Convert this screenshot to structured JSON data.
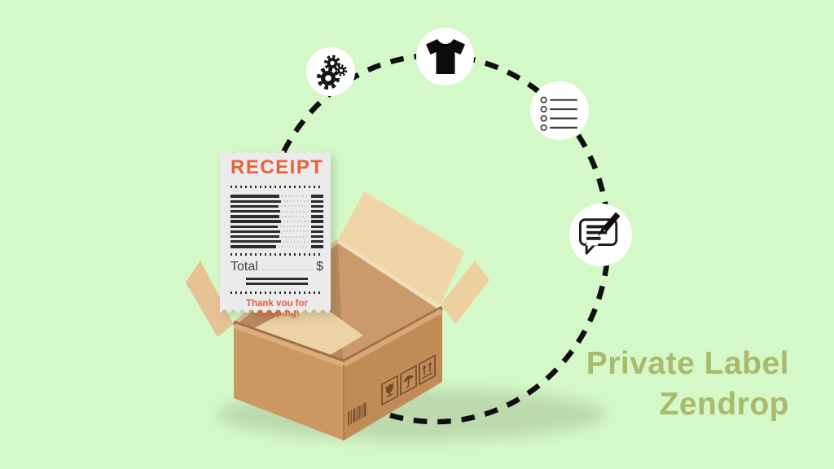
{
  "background_color": "#d4f8c7",
  "accent_colors": {
    "dash_line": "#0f0f0f",
    "cardboard_front_left": "#cc9763",
    "cardboard_front_right": "#c18b57",
    "cardboard_flap": "#f0d5a6",
    "receipt_paper": "#ebebeb",
    "receipt_accent": "#e8633c",
    "title_text": "#a9ba6e"
  },
  "title": {
    "line1": "Private Label",
    "line2": "Zendrop"
  },
  "receipt": {
    "header": "RECEIPT",
    "total_label": "Total",
    "currency_symbol": "$",
    "footer": "Thank you for shopping!",
    "item_line_count": 11
  },
  "process_icons": [
    {
      "name": "gears-icon"
    },
    {
      "name": "tshirt-icon"
    },
    {
      "name": "checklist-icon"
    },
    {
      "name": "writing-chat-icon"
    }
  ],
  "box_markings": [
    {
      "name": "fragile-icon"
    },
    {
      "name": "keep-dry-icon"
    },
    {
      "name": "this-side-up-icon"
    },
    {
      "name": "barcode"
    }
  ]
}
